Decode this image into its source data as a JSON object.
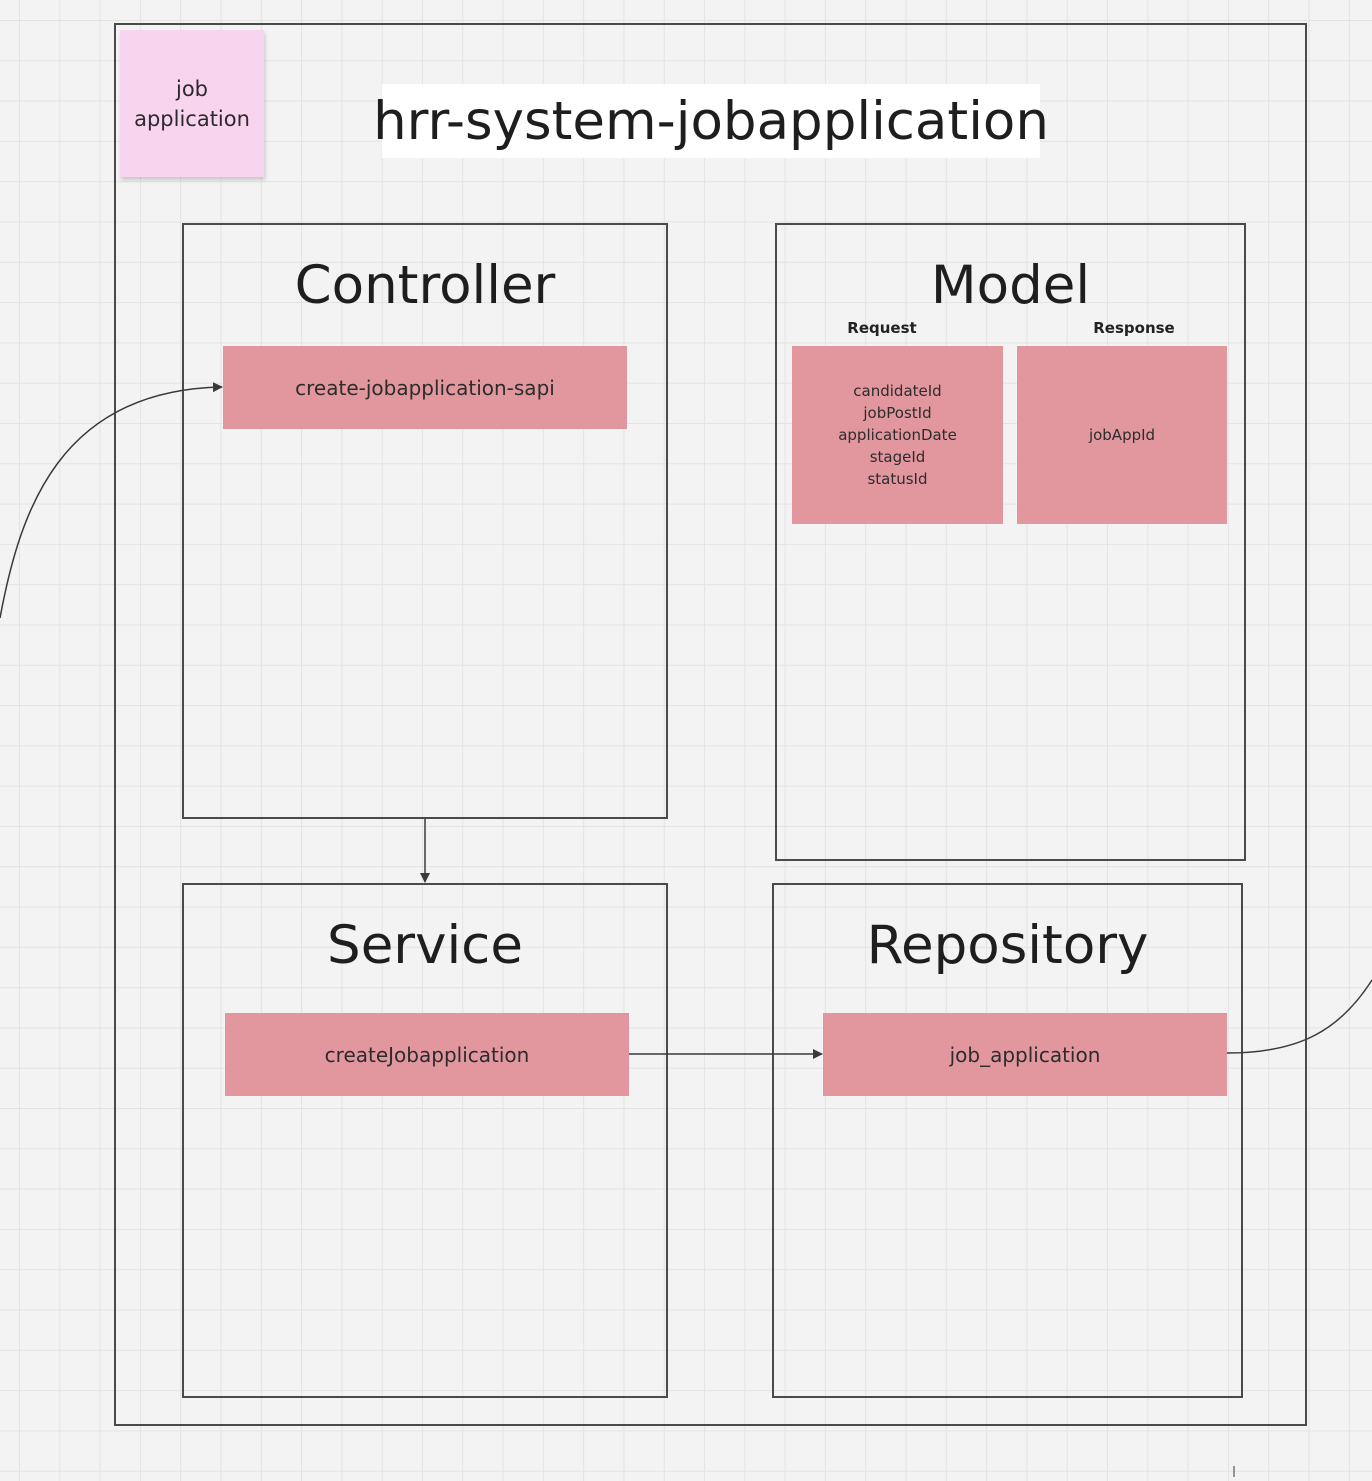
{
  "sticky_note": {
    "text": "job application"
  },
  "title": "hrr-system-jobapplication",
  "controller": {
    "title": "Controller",
    "endpoint": "create-jobapplication-sapi"
  },
  "model": {
    "title": "Model",
    "request": {
      "label": "Request",
      "fields": [
        "candidateId",
        "jobPostId",
        "applicationDate",
        "stageId",
        "statusId"
      ]
    },
    "response": {
      "label": "Response",
      "fields": [
        "jobAppId"
      ]
    }
  },
  "service": {
    "title": "Service",
    "method": "createJobapplication"
  },
  "repository": {
    "title": "Repository",
    "table": "job_application"
  },
  "colors": {
    "pink_box": "#e2979e",
    "sticky": "#f8d4ee",
    "border": "#4a4a4a",
    "background": "#f3f3f3"
  }
}
